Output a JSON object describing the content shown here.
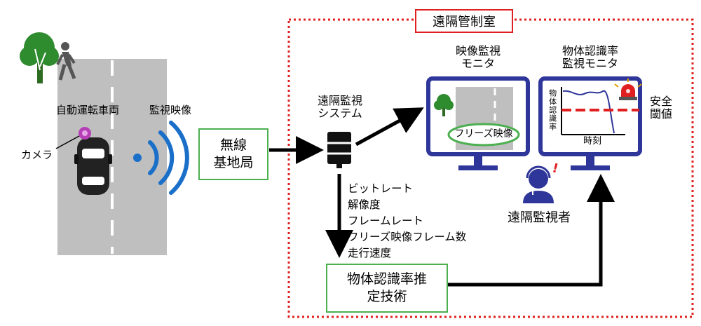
{
  "room": {
    "title": "遠隔管制室"
  },
  "road": {
    "vehicle_label": "自動運転車両",
    "camera_label": "カメラ",
    "video_label": "監視映像"
  },
  "base_station": {
    "line1": "無線",
    "line2": "基地局"
  },
  "monitoring_system": {
    "line1": "遠隔監視",
    "line2": "システム"
  },
  "params": [
    "ビットレート",
    "解像度",
    "フレームレート",
    "フリーズ映像フレーム数",
    "走行速度"
  ],
  "estimation": {
    "line1": "物体認識率推",
    "line2": "定技術"
  },
  "video_monitor": {
    "line1": "映像監視",
    "line2": "モニタ",
    "freeze_label": "フリーズ映像"
  },
  "rate_monitor": {
    "line1": "物体認識率",
    "line2": "監視モニタ",
    "y_axis": "物体認識率",
    "x_axis": "時刻"
  },
  "safety": {
    "line1": "安全",
    "line2": "閾値"
  },
  "observer": {
    "label": "遠隔監視者"
  },
  "colors": {
    "accent_blue": "#2f3699",
    "green": "#4caf50",
    "red": "#e02020",
    "wave_blue": "#1a6fc9"
  }
}
